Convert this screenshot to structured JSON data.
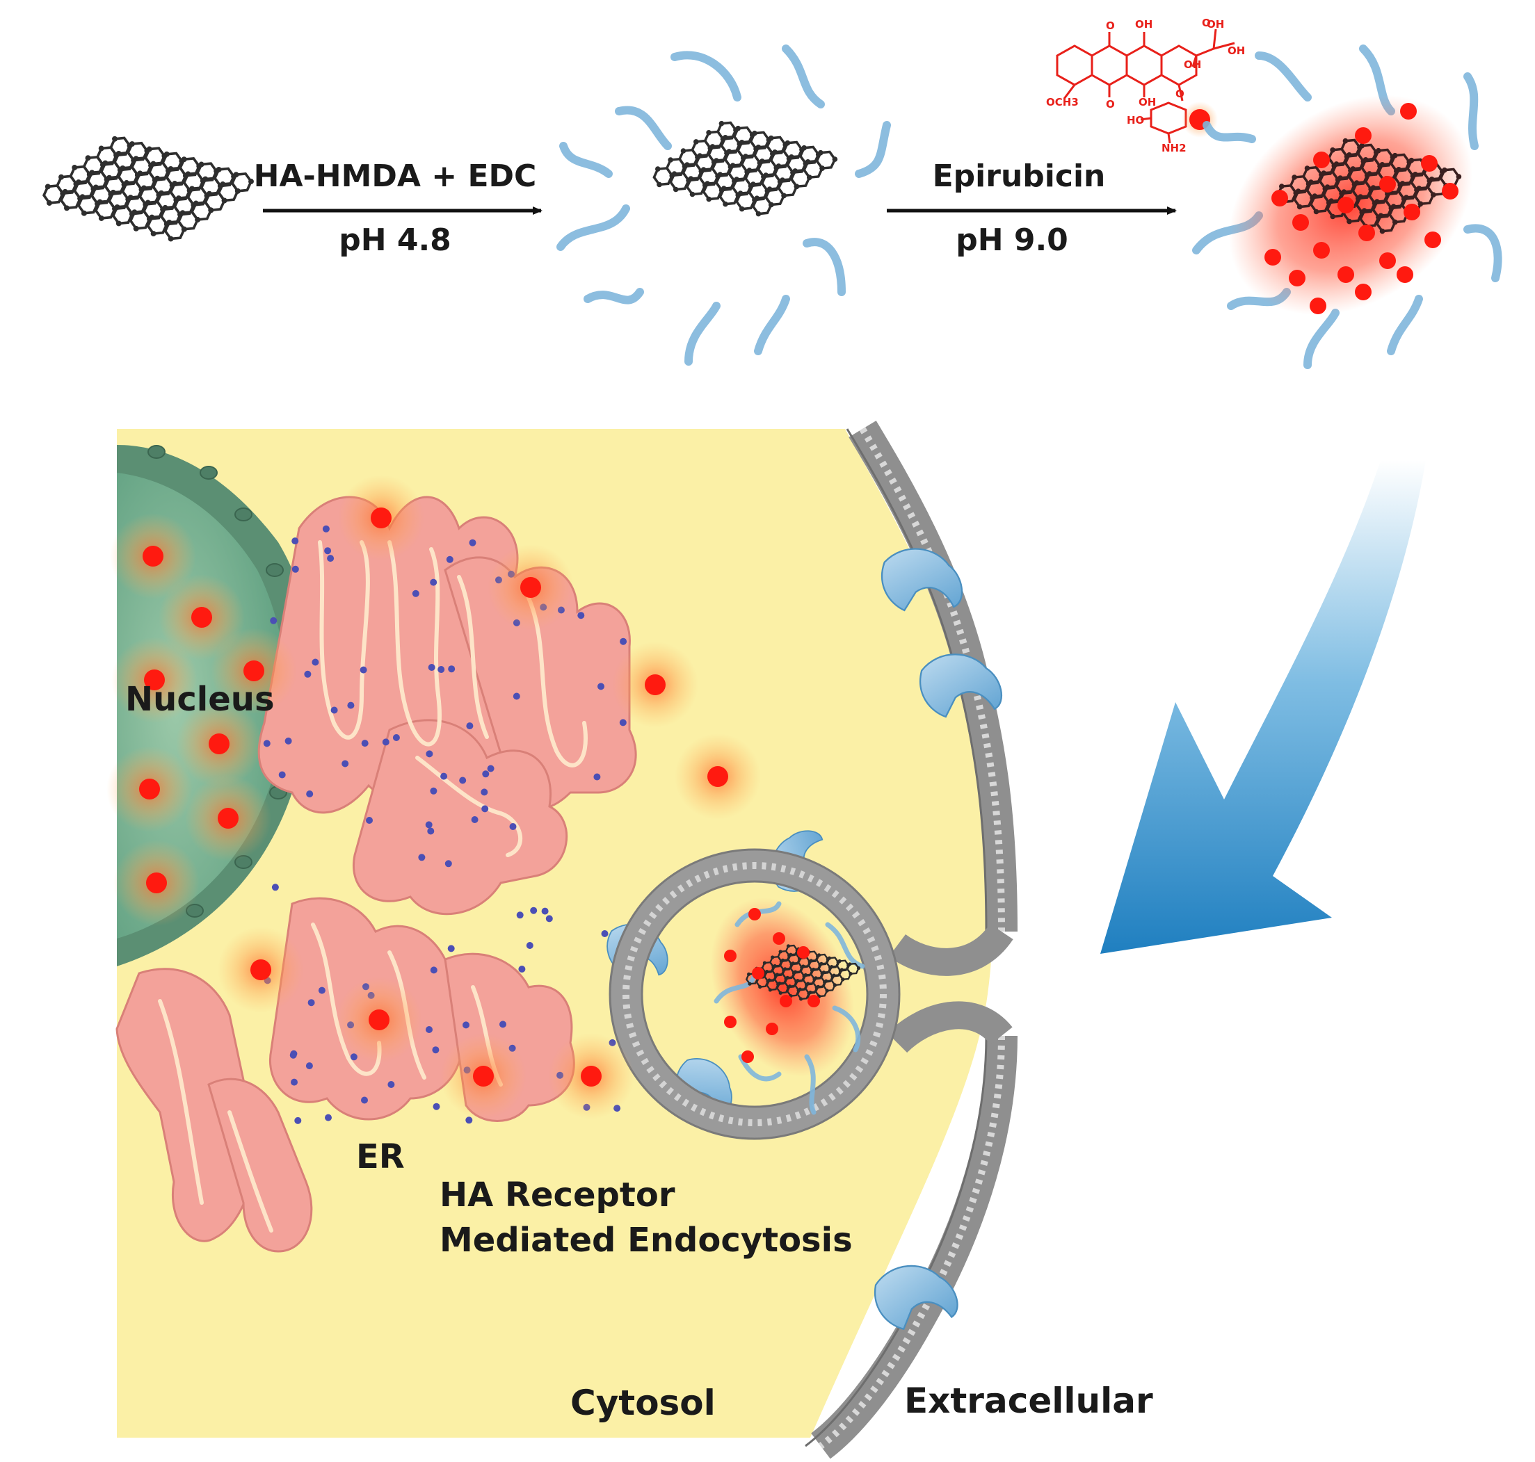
{
  "synthesis": {
    "step1": {
      "reagent": "HA-HMDA + EDC",
      "condition": "pH 4.8"
    },
    "step2": {
      "reagent": "Epirubicin",
      "condition": "pH 9.0"
    }
  },
  "molecule_labels": [
    "OH",
    "OH",
    "OH",
    "OH",
    "OH",
    "O",
    "O",
    "O",
    "O",
    "OCH3",
    "NH2",
    "HO"
  ],
  "cell_labels": {
    "nucleus": "Nucleus",
    "er": "ER",
    "endocytosis_line1": "HA Receptor",
    "endocytosis_line2": "Mediated Endocytosis",
    "cytosol": "Cytosol",
    "extracellular": "Extracellular"
  },
  "colors": {
    "drug": "#ff2a1a",
    "ha_chain": "#7fb6dc",
    "graphene": "#333333",
    "cytosol": "#fbf0a6",
    "nucleus": "#6fae8c",
    "er": "#f3a29a",
    "membrane": "#9a9a9a",
    "arrow": "#1f7fc0"
  }
}
